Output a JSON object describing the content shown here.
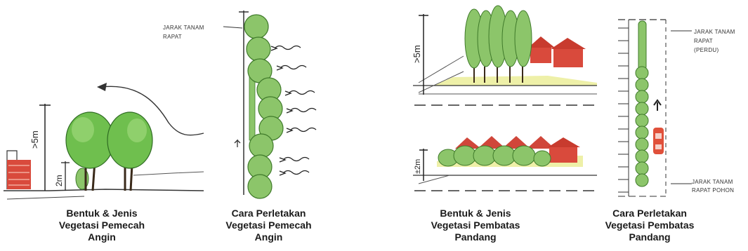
{
  "panel1": {
    "caption": [
      "Bentuk & Jenis",
      "Vegetasi Pemecah",
      "Angin"
    ],
    "dim_tall": ">5m",
    "dim_short": "2m"
  },
  "panel2": {
    "caption": [
      "Cara Perletakan",
      "Vegetasi Pemecah",
      "Angin"
    ],
    "note": [
      "JARAK TANAM",
      "RAPAT"
    ]
  },
  "panel3": {
    "caption": [
      "Bentuk & Jenis",
      "Vegetasi Pembatas",
      "Pandang"
    ],
    "dim_tall": ">5m",
    "dim_short": "±2m"
  },
  "panel4": {
    "caption": [
      "Cara Perletakan",
      "Vegetasi Pembatas",
      "Pandang"
    ],
    "note_top": [
      "JARAK TANAM",
      "RAPAT",
      "(PERDU)"
    ],
    "note_bottom": [
      "JARAK TANAM",
      "RAPAT POHON"
    ]
  },
  "colors": {
    "tree_green": "#7cc35a",
    "tree_dark": "#3f8a2c",
    "roof_red": "#d9483a",
    "ground_yellow": "#eef0a8",
    "car_red": "#e0503a"
  }
}
